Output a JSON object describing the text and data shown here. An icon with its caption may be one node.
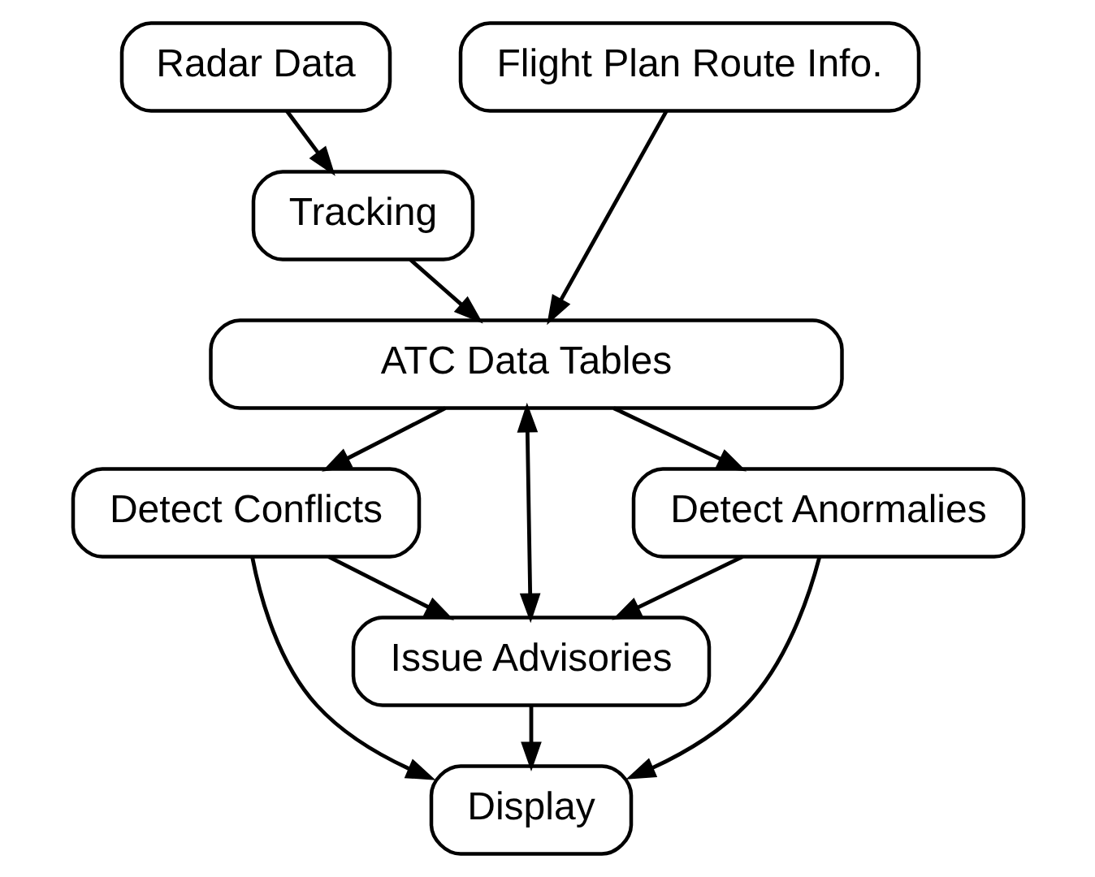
{
  "diagram": {
    "nodes": [
      {
        "text": [
          "Radar Data"
        ]
      },
      {
        "text": [
          "Flight Plan Route Info."
        ]
      },
      {
        "text": [
          "Tracking"
        ]
      },
      {
        "text": [
          "ATC Data Tables"
        ]
      },
      {
        "text": [
          "Detect Conflicts"
        ]
      },
      {
        "text": [
          "Detect Anormalies"
        ]
      },
      {
        "text": [
          "Issue Advisories"
        ]
      },
      {
        "text": [
          "Display"
        ]
      }
    ],
    "edges": [
      {
        "from": 0,
        "to": 2,
        "arrow": "to"
      },
      {
        "from": 2,
        "to": 3,
        "arrow": "to"
      },
      {
        "from": 1,
        "to": 3,
        "arrow": "to"
      },
      {
        "from": 3,
        "to": 4,
        "arrow": "to"
      },
      {
        "from": 3,
        "to": 5,
        "arrow": "to"
      },
      {
        "from": 3,
        "to": 6,
        "arrow": "both"
      },
      {
        "from": 4,
        "to": 6,
        "arrow": "to"
      },
      {
        "from": 5,
        "to": 6,
        "arrow": "to"
      },
      {
        "from": 6,
        "to": 7,
        "arrow": "to"
      },
      {
        "from": 4,
        "to": 7,
        "arrow": "to"
      },
      {
        "from": 5,
        "to": 7,
        "arrow": "to"
      }
    ]
  }
}
